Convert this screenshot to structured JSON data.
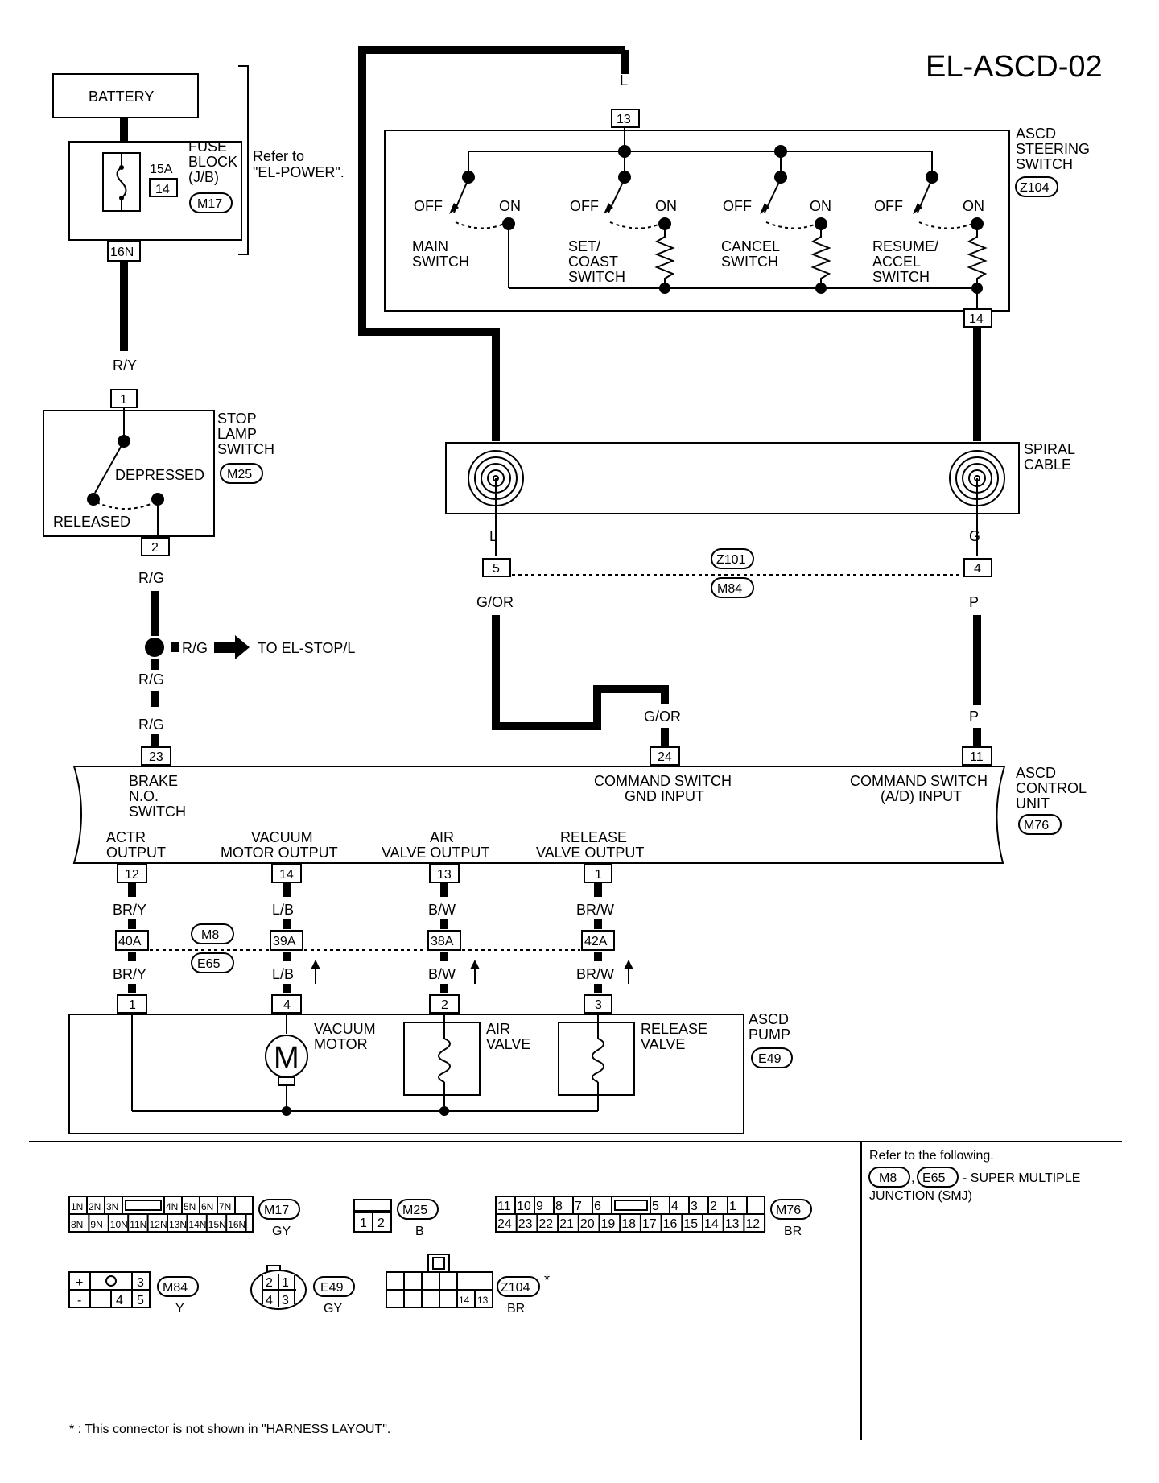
{
  "title": "EL-ASCD-02",
  "battery": "BATTERY",
  "fuse_block": {
    "line1": "FUSE",
    "line2": "BLOCK",
    "line3": "(J/B)",
    "amp": "15A",
    "num": "14",
    "conn": "M17",
    "terminal": "16N"
  },
  "refer": {
    "line1": "Refer to",
    "line2": "\"EL-POWER\"."
  },
  "stop_lamp": {
    "line1": "STOP",
    "line2": "LAMP",
    "line3": "SWITCH",
    "conn": "M25",
    "depressed": "DEPRESSED",
    "released": "RELEASED",
    "pin_in": "1",
    "pin_out": "2"
  },
  "wires": {
    "ry": "R/Y",
    "rg1": "R/G",
    "rg2": "R/G",
    "rg3": "R/G",
    "rg4": "R/G",
    "to_stop": "TO EL-STOP/L",
    "l_top": "L",
    "l_spiral": "L",
    "g_spiral": "G",
    "gor1": "G/OR",
    "gor2": "G/OR",
    "p1": "P",
    "p2": "P",
    "bry1": "BR/Y",
    "bry2": "BR/Y",
    "lb1": "L/B",
    "lb2": "L/B",
    "bw1": "B/W",
    "bw2": "B/W",
    "brw1": "BR/W",
    "brw2": "BR/W"
  },
  "steering": {
    "line1": "ASCD",
    "line2": "STEERING",
    "line3": "SWITCH",
    "conn": "Z104",
    "pin_top": "13",
    "pin_bot": "14",
    "off": "OFF",
    "on": "ON",
    "main1": "MAIN",
    "main2": "SWITCH",
    "set1": "SET/",
    "set2": "COAST",
    "set3": "SWITCH",
    "cancel1": "CANCEL",
    "cancel2": "SWITCH",
    "res1": "RESUME/",
    "res2": "ACCEL",
    "res3": "SWITCH"
  },
  "spiral": {
    "line1": "SPIRAL",
    "line2": "CABLE",
    "conn_top": "Z101",
    "conn_bot": "M84",
    "pin_l": "5",
    "pin_r": "4"
  },
  "control": {
    "line1": "ASCD",
    "line2": "CONTROL",
    "line3": "UNIT",
    "conn": "M76",
    "pin23": "23",
    "pin24": "24",
    "pin11": "11",
    "pin12": "12",
    "pin14": "14",
    "pin13": "13",
    "pin1": "1",
    "brake1": "BRAKE",
    "brake2": "N.O.",
    "brake3": "SWITCH",
    "cmd_gnd1": "COMMAND SWITCH",
    "cmd_gnd2": "GND INPUT",
    "cmd_ad1": "COMMAND SWITCH",
    "cmd_ad2": "(A/D) INPUT",
    "actr1": "ACTR",
    "actr2": "OUTPUT",
    "vac1": "VACUUM",
    "vac2": "MOTOR OUTPUT",
    "air1": "AIR",
    "air2": "VALVE OUTPUT",
    "rel1": "RELEASE",
    "rel2": "VALVE OUTPUT"
  },
  "smj": {
    "m8": "M8",
    "e65": "E65",
    "p40": "40A",
    "p39": "39A",
    "p38": "38A",
    "p42": "42A"
  },
  "pump": {
    "line1": "ASCD",
    "line2": "PUMP",
    "conn": "E49",
    "p1": "1",
    "p4": "4",
    "p2": "2",
    "p3": "3",
    "vac1": "VACUUM",
    "vac2": "MOTOR",
    "motor": "M",
    "air1": "AIR",
    "air2": "VALVE",
    "rel1": "RELEASE",
    "rel2": "VALVE"
  },
  "refer_following": {
    "line1": "Refer to the following.",
    "m8": "M8",
    "e65": "E65",
    "sep": ",",
    "line2": "- SUPER MULTIPLE",
    "line3": "JUNCTION (SMJ)"
  },
  "connectors": {
    "m17": {
      "name": "M17",
      "color": "GY",
      "top": [
        "1N",
        "2N",
        "3N",
        "4N",
        "5N",
        "6N",
        "7N"
      ],
      "bottom": [
        "8N",
        "9N",
        "10N",
        "11N",
        "12N",
        "13N",
        "14N",
        "15N",
        "16N"
      ]
    },
    "m25": {
      "name": "M25",
      "color": "B",
      "pins": [
        "1",
        "2"
      ]
    },
    "m76": {
      "name": "M76",
      "color": "BR",
      "top": [
        "11",
        "10",
        "9",
        "8",
        "7",
        "6",
        "5",
        "4",
        "3",
        "2",
        "1"
      ],
      "bottom": [
        "24",
        "23",
        "22",
        "21",
        "20",
        "19",
        "18",
        "17",
        "16",
        "15",
        "14",
        "13",
        "12"
      ]
    },
    "m84": {
      "name": "M84",
      "color": "Y",
      "plus": "+",
      "minus": "-",
      "p3": "3",
      "p4": "4",
      "p5": "5"
    },
    "e49": {
      "name": "E49",
      "color": "GY",
      "p1": "1",
      "p2": "2",
      "p3": "3",
      "p4": "4"
    },
    "z104": {
      "name": "Z104",
      "color": "BR",
      "p14": "14",
      "p13": "13",
      "star": "*"
    }
  },
  "footnote": "* : This connector is not shown in \"HARNESS LAYOUT\"."
}
